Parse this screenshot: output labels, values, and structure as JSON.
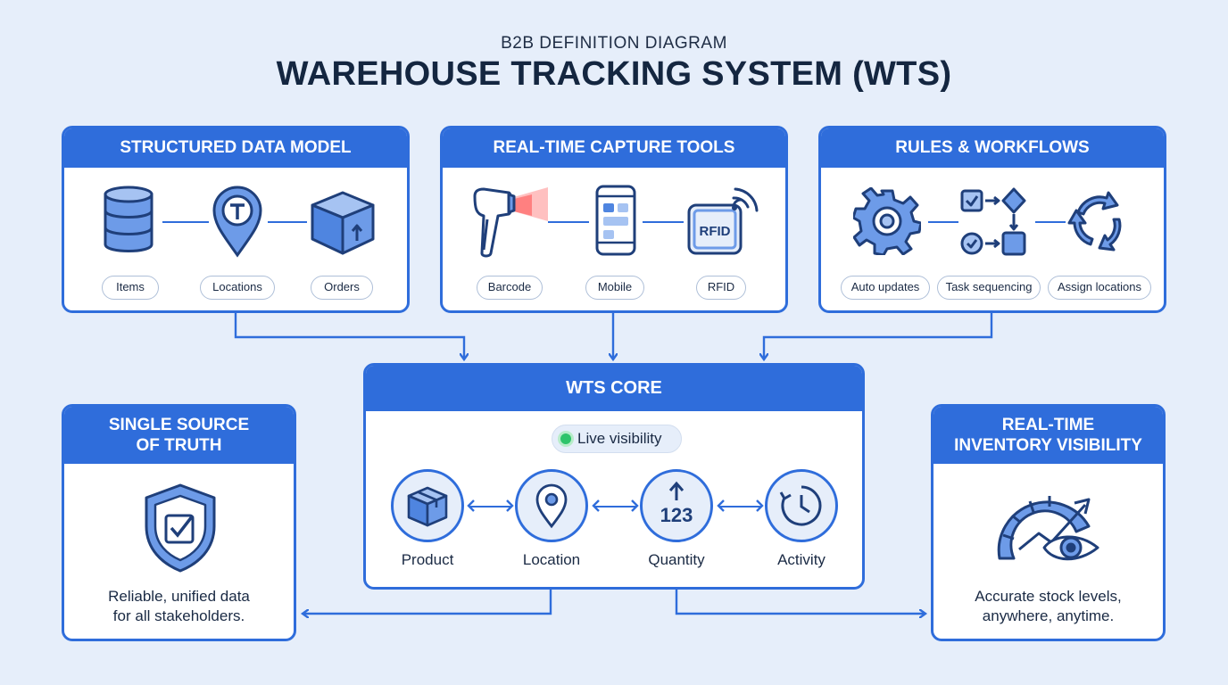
{
  "header": {
    "subtitle": "B2B DEFINITION DIAGRAM",
    "title": "WAREHOUSE TRACKING SYSTEM (WTS)"
  },
  "cards": {
    "data_model": {
      "title": "STRUCTURED DATA MODEL",
      "items": [
        "Items",
        "Locations",
        "Orders"
      ],
      "icons": [
        "database-icon",
        "location-pin-icon",
        "box-icon"
      ]
    },
    "capture": {
      "title": "REAL-TIME CAPTURE TOOLS",
      "items": [
        "Barcode",
        "Mobile",
        "RFID"
      ],
      "icons": [
        "barcode-scanner-icon",
        "mobile-phone-icon",
        "rfid-tag-icon"
      ],
      "rfid_tag_text": "RFID"
    },
    "rules": {
      "title": "RULES & WORKFLOWS",
      "items": [
        "Auto updates",
        "Task sequencing",
        "Assign locations"
      ],
      "icons": [
        "gear-icon",
        "workflow-icon",
        "cycle-icon"
      ]
    },
    "core": {
      "title": "WTS CORE",
      "live_label": "Live visibility",
      "nodes": [
        "Product",
        "Location",
        "Quantity",
        "Activity"
      ],
      "icons": [
        "box-icon",
        "location-pin-icon",
        "quantity-icon",
        "clock-icon"
      ],
      "quantity_glyph": "123"
    },
    "truth": {
      "title_line1": "SINGLE SOURCE",
      "title_line2": "OF TRUTH",
      "desc_line1": "Reliable, unified data",
      "desc_line2": "for all stakeholders.",
      "icon": "shield-check-icon"
    },
    "visibility": {
      "title_line1": "REAL-TIME",
      "title_line2": "INVENTORY VISIBILITY",
      "desc_line1": "Accurate stock levels,",
      "desc_line2": "anywhere, anytime.",
      "icon": "gauge-eye-icon"
    }
  },
  "colors": {
    "accent": "#2f6ddb",
    "background": "#e6eefa",
    "icon_fill": "#6d9be8",
    "live_dot": "#2ec46a",
    "laser": "#ff4b4b"
  }
}
